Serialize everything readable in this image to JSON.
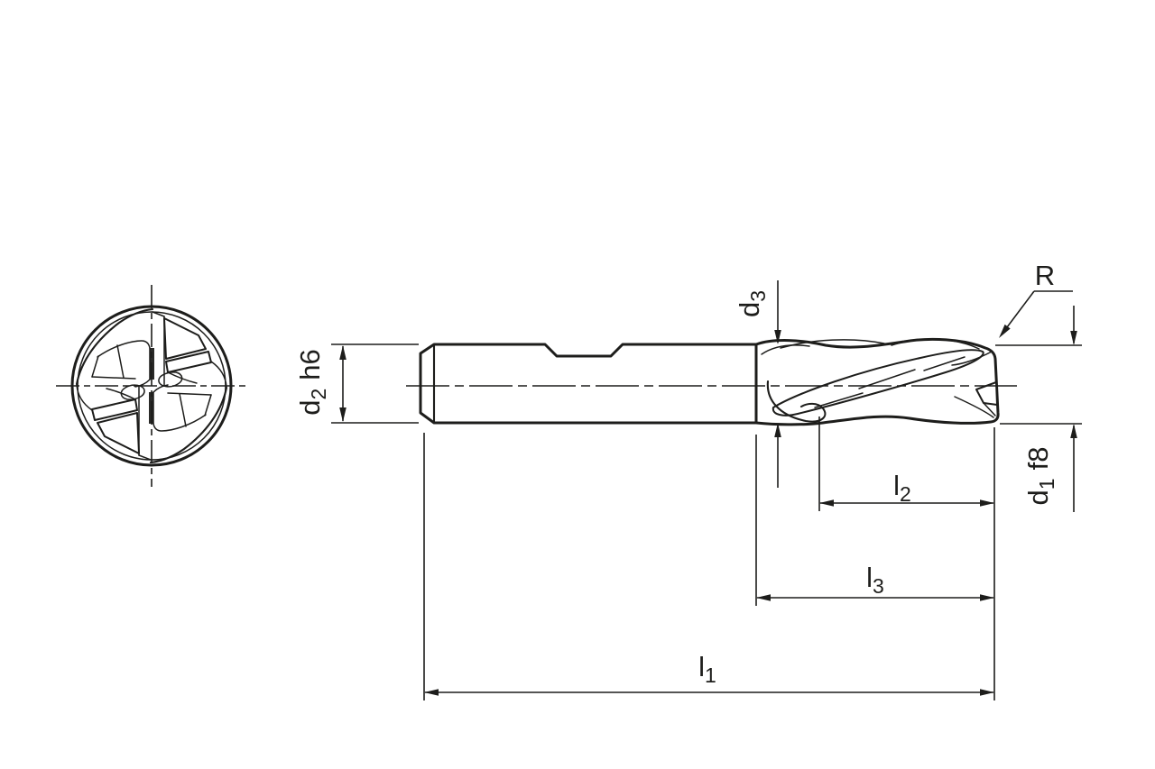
{
  "drawing_title": "end mill technical drawing",
  "colors": {
    "line": "#1d1d1b",
    "background": "#ffffff"
  },
  "labels": {
    "d2": {
      "base": "d",
      "sub": "2",
      "tol": "h6"
    },
    "d3": {
      "base": "d",
      "sub": "3"
    },
    "d1": {
      "base": "d",
      "sub": "1",
      "tol": "f8"
    },
    "radius": {
      "text": "R"
    },
    "l2": {
      "base": "l",
      "sub": "2"
    },
    "l3": {
      "base": "l",
      "sub": "3"
    },
    "l1": {
      "base": "l",
      "sub": "1"
    }
  }
}
